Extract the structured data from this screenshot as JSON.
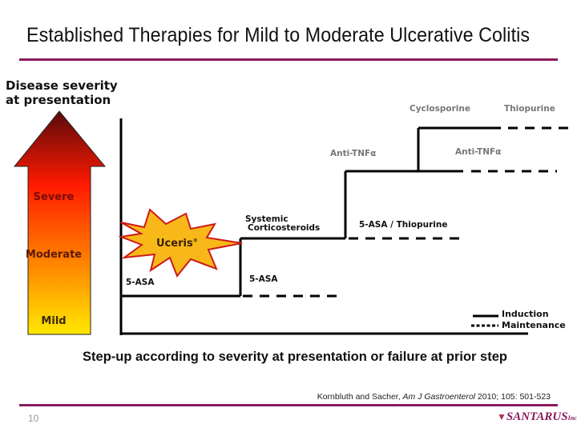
{
  "slide": {
    "title": "Established Therapies for Mild to Moderate Ulcerative Colitis",
    "page_number": "10",
    "accent_color": "#8a1a5c"
  },
  "severity_axis": {
    "title_line1": "Disease severity",
    "title_line2": "at presentation",
    "levels": [
      "Severe",
      "Moderate",
      "Mild"
    ],
    "gradient_colors": [
      "#5a0a0a",
      "#ff1a00",
      "#ff8a00",
      "#ffe800"
    ]
  },
  "highlight": {
    "label": "Uceris",
    "mark": "®",
    "fill": "#f8b81a",
    "stroke": "#cc1a1a"
  },
  "steps": [
    {
      "label": "5-ASA",
      "style": "black"
    },
    {
      "label": "5-ASA",
      "style": "black"
    },
    {
      "label_line1": "Systemic",
      "label_line2": "Corticosteroids",
      "style": "black"
    },
    {
      "label": "5-ASA / Thiopurine",
      "style": "black"
    },
    {
      "label": "Anti-TNFα",
      "style": "gray"
    },
    {
      "label": "Anti-TNFα",
      "style": "gray"
    },
    {
      "label": "Cyclosporine",
      "style": "gray"
    },
    {
      "label": "Thiopurine",
      "style": "gray"
    }
  ],
  "legend": {
    "solid_label": "Induction",
    "dotted_label": "Maintenance"
  },
  "footer": {
    "subtitle": "Step-up according to severity at presentation or failure at prior step",
    "citation_authors": "Kornbluth and Sacher, ",
    "citation_journal": "Am J Gastroenterol",
    "citation_details": " 2010; 105: 501-523",
    "logo_text": "SANTARUS",
    "logo_suffix": "Inc.®"
  }
}
